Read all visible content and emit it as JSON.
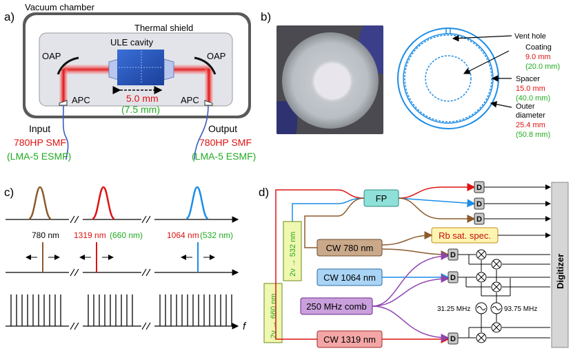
{
  "panel_a": {
    "label": "a)",
    "vacuum_chamber": "Vacuum chamber",
    "thermal_shield": "Thermal shield",
    "ule_cavity": "ULE cavity",
    "oap_left": "OAP",
    "oap_right": "OAP",
    "apc_left": "APC",
    "apc_right": "APC",
    "cavity_length": "5.0 mm",
    "cavity_length_alt": "(7.5 mm)",
    "input_label": "Input",
    "input_fiber": "780HP SMF",
    "input_fiber_alt": "(LMA-5 ESMF)",
    "output_label": "Output",
    "output_fiber": "780HP SMF",
    "output_fiber_alt": "(LMA-5 ESMF)"
  },
  "panel_b": {
    "label": "b)",
    "vent_hole": "Vent hole",
    "coating": "Coating",
    "coating_value": "9.0 mm",
    "coating_alt": "(20.0 mm)",
    "spacer": "Spacer",
    "spacer_value": "15.0 mm",
    "spacer_alt": "(40.0 mm)",
    "outer": "Outer",
    "diameter": "diameter",
    "outer_value": "25.4 mm",
    "outer_alt": "(50.8 mm)"
  },
  "panel_c": {
    "label": "c)",
    "wl_780": "780 nm",
    "wl_1319": "1319 nm",
    "wl_660": "(660 nm)",
    "wl_1064": "1064 nm",
    "wl_532": "(532 nm)",
    "axis_f": "f"
  },
  "panel_d": {
    "label": "d)",
    "fp": "FP",
    "cw780": "CW 780 nm",
    "cw1064": "CW 1064 nm",
    "comb": "250 MHz comb",
    "cw1319": "CW 1319 nm",
    "rb": "Rb sat. spec.",
    "shg_532": "2ν → 532 nm",
    "shg_660": "2ν → 660 nm",
    "detector": "D",
    "digitizer": "Digitizer",
    "freq1": "31.25 MHz",
    "freq2": "93.75 MHz"
  },
  "colors": {
    "red": "#e01010",
    "green": "#1faa1f",
    "blue": "#1a8ce6",
    "brown": "#8b5a2b",
    "purple": "#8e44ad",
    "cw780_fill": "#c9a98a",
    "cw1064_fill": "#a9d4f5",
    "comb_fill": "#c9a0dc",
    "cw1319_fill": "#f4a6a6",
    "fp_fill": "#8fe0d8",
    "rb_fill": "#fff4b0",
    "shg_fill": "#f0f7b0"
  },
  "icons": [
    "mixer-icon",
    "oscillator-icon",
    "detector-icon",
    "mirror-icon"
  ]
}
